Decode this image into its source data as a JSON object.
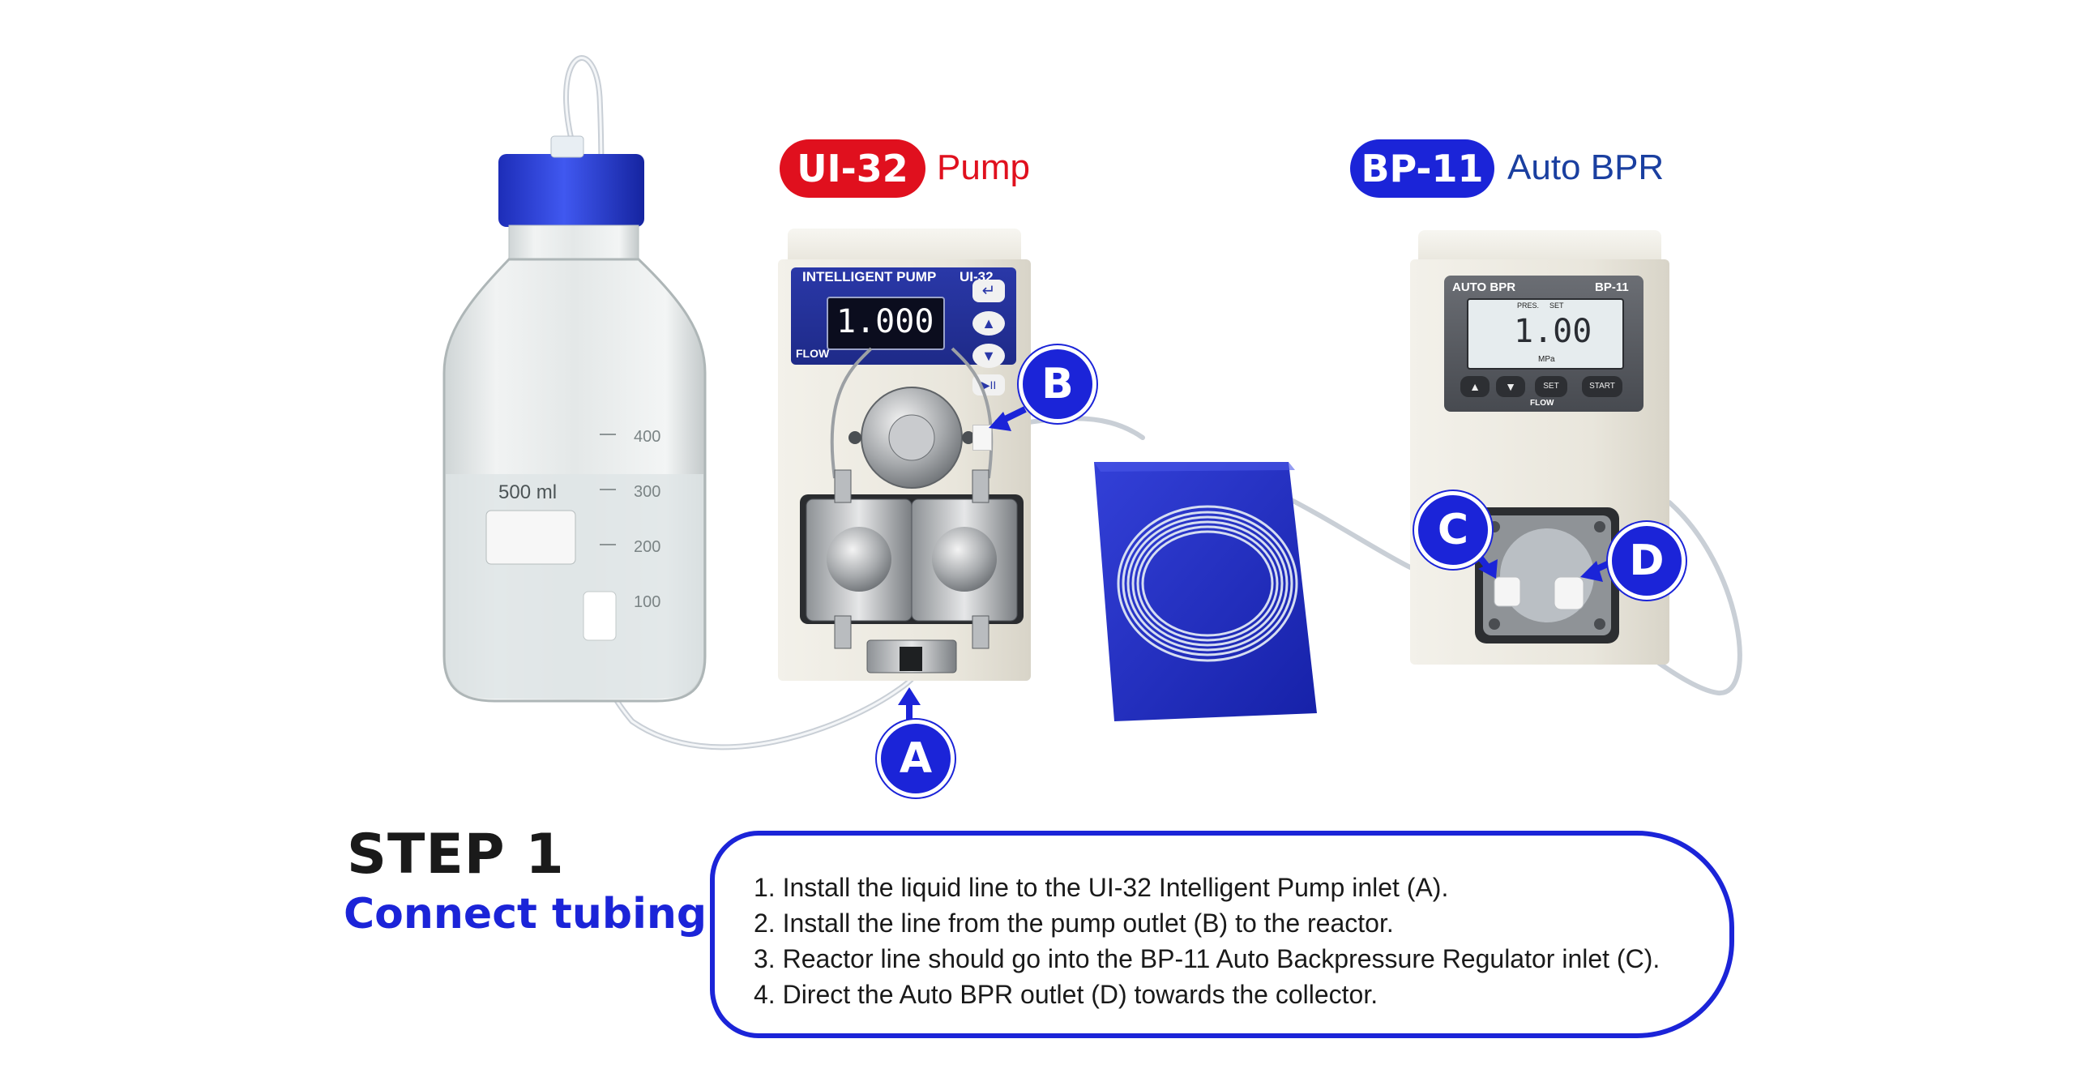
{
  "pump": {
    "model_pill": "UI-32",
    "title": "Pump",
    "panel_label": "INTELLIGENT PUMP",
    "panel_model": "UI-32",
    "display_value": "1.000",
    "brand": "FLOW"
  },
  "bpr": {
    "model_pill": "BP-11",
    "title": "Auto BPR",
    "panel_label": "AUTO BPR",
    "panel_model": "BP-11",
    "lcd_pres_label": "PRES.",
    "lcd_set_label": "SET",
    "display_value": "1.00",
    "unit": "MPa",
    "btn_set": "SET",
    "btn_start": "START",
    "brand": "FLOW"
  },
  "bottle": {
    "volume_label": "500 ml",
    "marks": [
      "400",
      "300",
      "200",
      "100"
    ]
  },
  "markers": {
    "a": "A",
    "b": "B",
    "c": "C",
    "d": "D"
  },
  "step": {
    "title": "STEP 1",
    "subtitle": "Connect tubing",
    "instructions": [
      "1. Install the liquid line to the UI-32 Intelligent Pump inlet (A).",
      "2. Install the line from the pump outlet (B) to the reactor.",
      "3. Reactor line should go into the BP-11 Auto Backpressure Regulator inlet (C).",
      "4. Direct the Auto BPR outlet (D) towards the collector."
    ]
  },
  "colors": {
    "accent_blue": "#1b24d8",
    "accent_red": "#e0101e",
    "title_blue": "#1a3fa0"
  }
}
